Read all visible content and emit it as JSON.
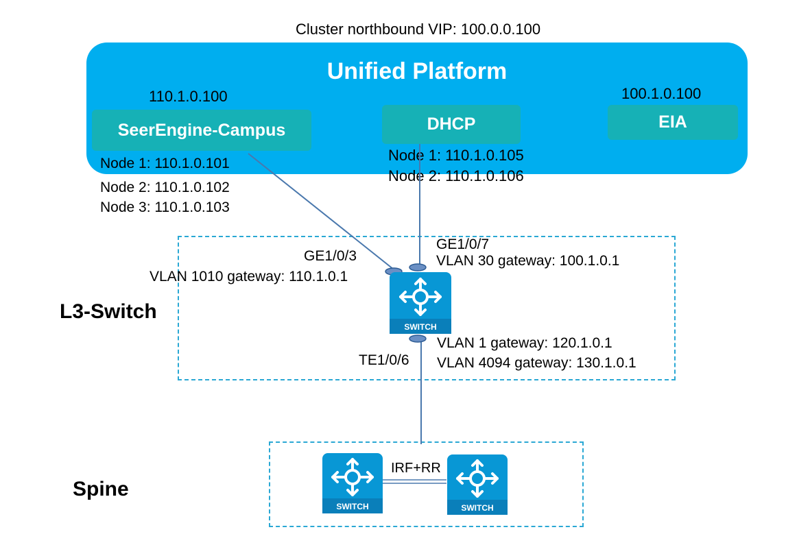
{
  "colors": {
    "platform_fill": "#00aeef",
    "module_fill": "#16b1b6",
    "link_line": "#4a78ad",
    "group_border": "#2aa8d4",
    "switch_fill": "#0897d5",
    "switch_dark": "#0a7fba",
    "port_fill": "#6a8fc4"
  },
  "header": {
    "cluster_vip": "Cluster northbound VIP: 100.0.0.100"
  },
  "platform": {
    "title": "Unified Platform",
    "modules": {
      "seerengine": {
        "label": "SeerEngine-Campus",
        "vip": "110.1.0.100",
        "nodes": [
          "Node 1: 110.1.0.101",
          "Node 2: 110.1.0.102",
          "Node 3: 110.1.0.103"
        ]
      },
      "dhcp": {
        "label": "DHCP",
        "nodes": [
          "Node 1: 110.1.0.105",
          "Node 2: 110.1.0.106"
        ]
      },
      "eia": {
        "label": "EIA",
        "vip": "100.1.0.100"
      }
    }
  },
  "l3_switch": {
    "label": "L3-Switch",
    "switch_icon_text": "SWITCH",
    "ports": {
      "ge103": {
        "name": "GE1/0/3",
        "gateway": "VLAN 1010 gateway: 110.1.0.1"
      },
      "ge107": {
        "name": "GE1/0/7",
        "gateway": "VLAN 30 gateway: 100.1.0.1"
      },
      "te106": {
        "name": "TE1/0/6",
        "gateways": [
          "VLAN 1 gateway: 120.1.0.1",
          "VLAN 4094 gateway: 130.1.0.1"
        ]
      }
    }
  },
  "spine": {
    "label": "Spine",
    "link_label": "IRF+RR",
    "switch_icon_text": "SWITCH"
  }
}
